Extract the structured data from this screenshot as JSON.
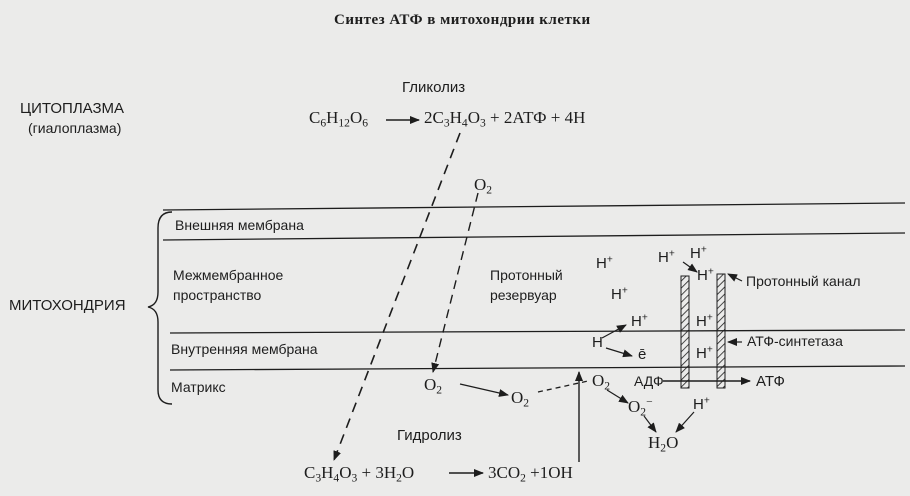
{
  "title": "Синтез АТФ в митохондрии клетки",
  "regions": {
    "cytoplasm": "ЦИТОПЛАЗМА",
    "cytoplasm_sub": "(гиалоплазма)",
    "mitochondria": "МИТОХОНДРИЯ"
  },
  "layers": {
    "outer_membrane": "Внешняя мембрана",
    "intermembrane_1": "Межмембранное",
    "intermembrane_2": "пространство",
    "inner_membrane": "Внутренняя мембрана",
    "matrix": "Матрикс"
  },
  "processes": {
    "glycolysis": "Гликолиз",
    "hydrolysis": "Гидролиз"
  },
  "glycolysis_eq": {
    "c": "C",
    "c_n": "6",
    "h": "H",
    "h_n": "12",
    "o": "O",
    "o_n": "6",
    "product": "2C",
    "p_c": "3",
    "p_h": "H",
    "p_hn": "4",
    "p_o": "O",
    "p_on": "3",
    "rest": " + 2АТФ + 4H"
  },
  "hydrolysis_eq": {
    "a": "C",
    "a_n": "3",
    "b": "H",
    "b_n": "4",
    "c": "O",
    "c_n": "3",
    "mid": " + 3H",
    "mid_n": "2",
    "mid_o": "O",
    "r1": "3CO",
    "r1_n": "2",
    "r2": " +1OH"
  },
  "species": {
    "o2_label": "O",
    "o2_sub": "2",
    "o2_minus": "O",
    "o2_minus_sub": "2",
    "o2_minus_sup": "−",
    "h": "H",
    "h_plus": "+",
    "electron": "ē",
    "water": "H",
    "water_sub": "2",
    "water_o": "O"
  },
  "labels": {
    "proton_reservoir_1": "Протонный",
    "proton_reservoir_2": "резервуар",
    "proton_channel": "Протонный канал",
    "atp_synthase": "АТФ-синтетаза",
    "adp": "АДФ",
    "atp": "АТФ"
  }
}
